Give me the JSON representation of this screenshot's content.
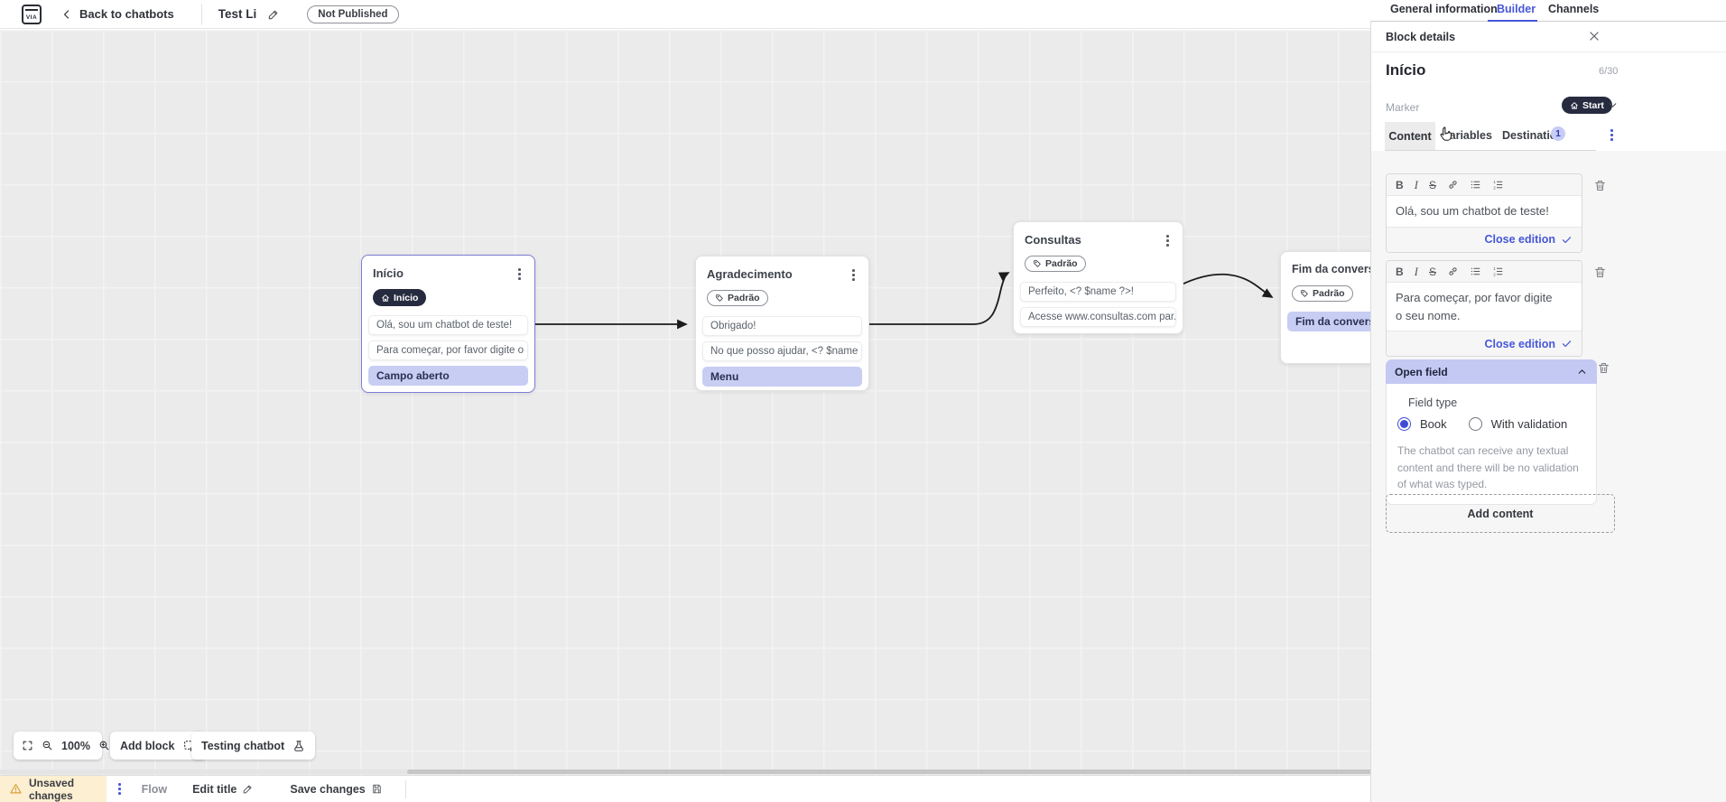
{
  "topbar": {
    "back_label": "Back to chatbots",
    "title": "Test Li",
    "status": "Not Published",
    "tabs": [
      {
        "label": "General information",
        "active": false
      },
      {
        "label": "Builder",
        "active": true
      },
      {
        "label": "Channels",
        "active": false
      }
    ]
  },
  "panel": {
    "header": "Block details",
    "block_name": "Início",
    "counter": "6/30",
    "marker_label": "Marker",
    "marker_value": "Start",
    "tabs": [
      {
        "label": "Content",
        "active": true
      },
      {
        "label": "Variables",
        "active": false
      },
      {
        "label": "Destination",
        "badge": "1",
        "active": false
      }
    ],
    "editors": [
      {
        "text": "Olá, sou um chatbot de teste!",
        "close_label": "Close edition"
      },
      {
        "text": "Para começar, por favor digite o seu nome.",
        "close_label": "Close edition"
      }
    ],
    "open_field": {
      "title": "Open field",
      "field_type_label": "Field type",
      "options": [
        {
          "label": "Book",
          "selected": true
        },
        {
          "label": "With validation",
          "selected": false
        }
      ],
      "description": "The chatbot can receive any textual content and there will be no validation of what was typed."
    },
    "add_content_label": "Add content"
  },
  "canvas": {
    "blocks": [
      {
        "title": "Início",
        "tag": "Início",
        "tag_style": "dark",
        "rows": [
          {
            "text": "Olá, sou um chatbot de teste!",
            "highlight": false
          },
          {
            "text": "Para começar, por favor digite o ...",
            "highlight": false
          },
          {
            "text": "Campo aberto",
            "highlight": true
          }
        ]
      },
      {
        "title": "Agradecimento",
        "tag": "Padrão",
        "tag_style": "outline",
        "rows": [
          {
            "text": "Obrigado!",
            "highlight": false
          },
          {
            "text": "No que posso ajudar, <? $name ...",
            "highlight": false
          },
          {
            "text": "Menu",
            "highlight": true
          }
        ]
      },
      {
        "title": "Consultas",
        "tag": "Padrão",
        "tag_style": "outline",
        "rows": [
          {
            "text": "Perfeito, <? $name ?>!",
            "highlight": false
          },
          {
            "text": "Acesse www.consultas.com par...",
            "highlight": false
          }
        ]
      },
      {
        "title": "Fim da conversa",
        "tag": "Padrão",
        "tag_style": "outline",
        "rows": [
          {
            "text": "Fim da conversa",
            "highlight": true
          }
        ]
      }
    ],
    "zoom_level": "100%",
    "add_block_label": "Add block",
    "testing_label": "Testing chatbot"
  },
  "footer": {
    "unsaved_label": "Unsaved changes",
    "flow_label": "Flow",
    "edit_title_label": "Edit title",
    "save_label": "Save changes"
  },
  "colors": {
    "accent": "#4657d9",
    "highlight_row": "#c7cdf3",
    "dark_pill": "#262b3f",
    "selected_border": "#7b7ed8",
    "warning_bg": "#fcefd2",
    "warning_icon": "#d9a13a"
  }
}
